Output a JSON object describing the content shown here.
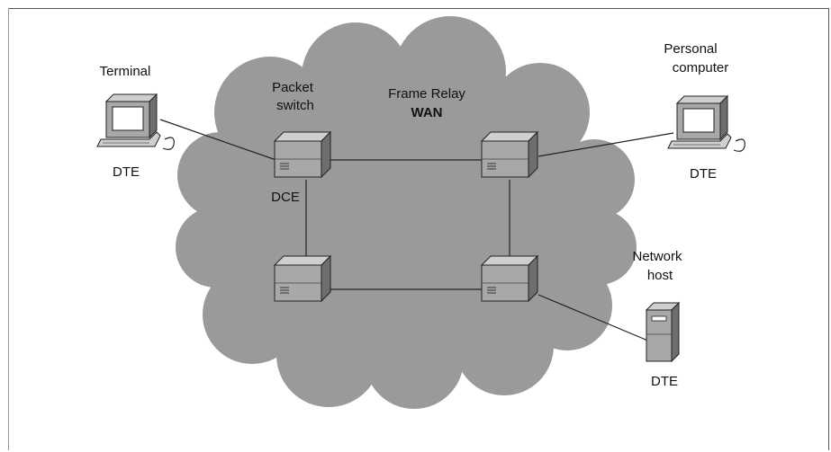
{
  "cloud": {
    "title_line1": "Frame Relay",
    "title_line2": "WAN"
  },
  "labels": {
    "terminal": "Terminal",
    "terminal_role": "DTE",
    "packet_switch_line1": "Packet",
    "packet_switch_line2": "switch",
    "dce": "DCE",
    "pc_line1": "Personal",
    "pc_line2": "computer",
    "pc_role": "DTE",
    "host_line1": "Network",
    "host_line2": "host",
    "host_role": "DTE"
  },
  "colors": {
    "cloud": "#9a9a9a",
    "switch_front": "#a8a8a8",
    "switch_top": "#cfcfcf",
    "switch_side": "#6e6e6e",
    "line": "#222222"
  },
  "icons": {
    "terminal": "terminal-icon",
    "pc": "personal-computer-icon",
    "host": "network-host-icon",
    "switch": "packet-switch-icon"
  }
}
